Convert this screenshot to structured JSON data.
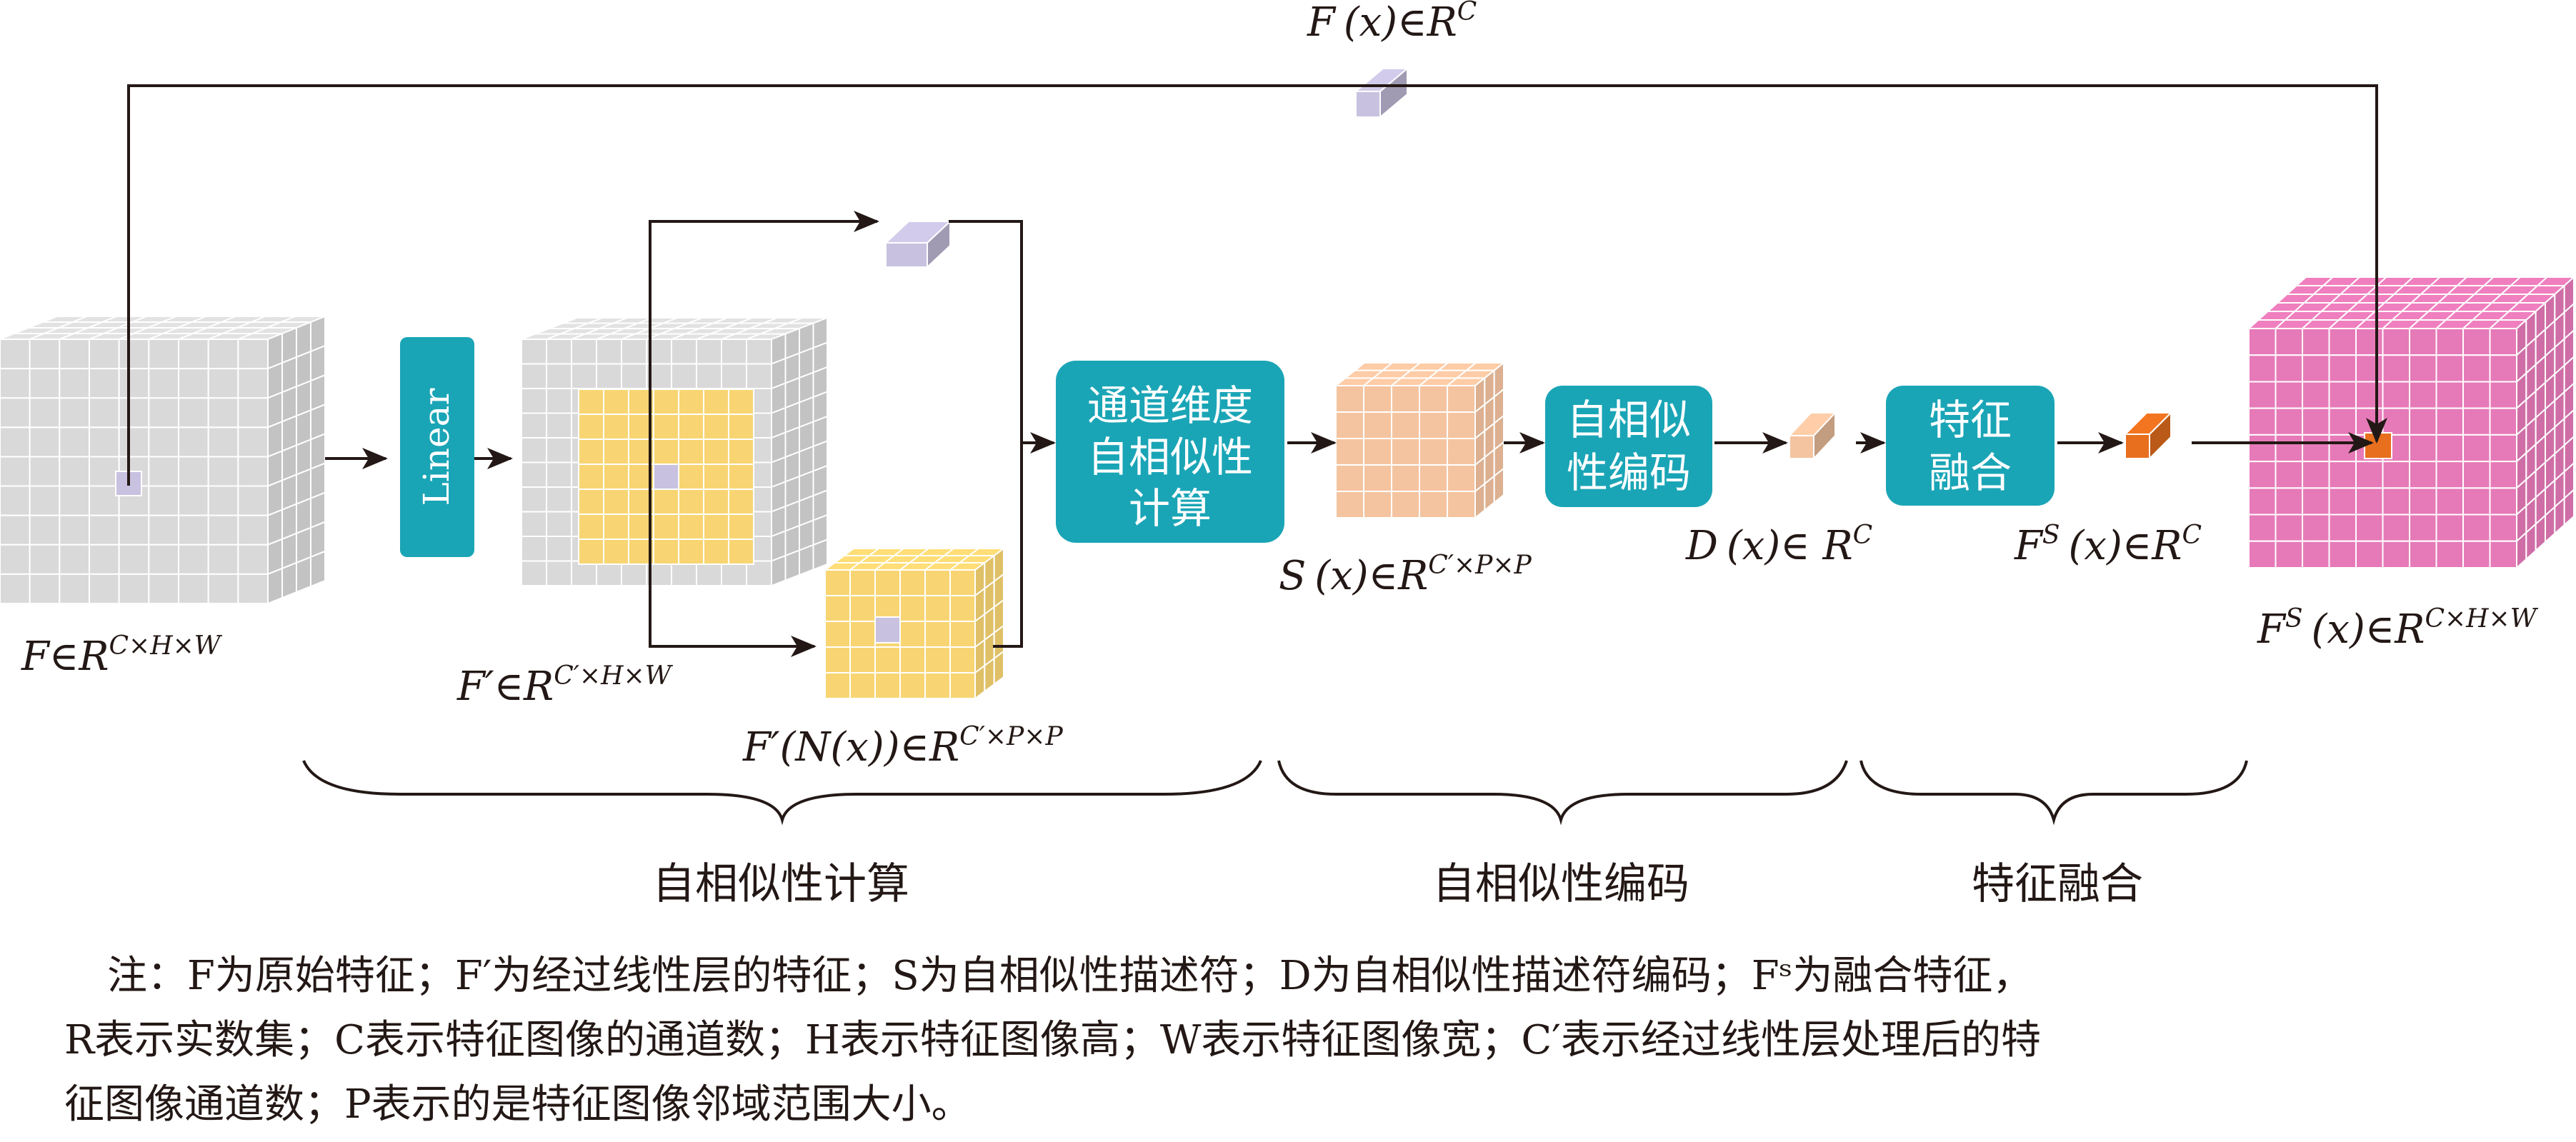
{
  "diagram": {
    "colors": {
      "gray_cube": "#d9d9d9",
      "yellow": "#f8d572",
      "lavender": "#c9c1e0",
      "peach": "#f4c4a0",
      "orange": "#e86f1e",
      "pink": "#e67ab8",
      "teal": "#1aa5b6",
      "arrow": "#231815"
    },
    "labels": {
      "top_vector": {
        "base": "F",
        "mid": "(x)∈",
        "set": "R",
        "sup": "C"
      },
      "input": {
        "base": "F∈",
        "set": "R",
        "sup": "C×H×W"
      },
      "linear_out": {
        "base": "F′∈",
        "set": "R",
        "sup": "C′×H×W"
      },
      "neighbor": {
        "base": "F′(N(x))∈",
        "set": "R",
        "sup": "C′×P×P"
      },
      "similarity": {
        "base": "S",
        "mid": "(x)∈",
        "set": "R",
        "sup": "C′×P×P"
      },
      "descriptor": {
        "base": "D",
        "mid": "(x)∈ ",
        "set": "R",
        "sup": "C"
      },
      "fused_vec": {
        "base": "F",
        "sup1": "S",
        "mid": "(x)∈",
        "set": "R",
        "sup": "C"
      },
      "output": {
        "base": "F",
        "sup1": "S",
        "mid": "(x)∈",
        "set": "R",
        "sup": "C×H×W"
      }
    },
    "boxes": {
      "linear": "Linear",
      "channel_similarity": [
        "通道维度",
        "自相似性",
        "计算"
      ],
      "self_similarity_encoding": [
        "自相似",
        "性编码"
      ],
      "feature_fusion": [
        "特征",
        "融合"
      ]
    },
    "stages": [
      "自相似性计算",
      "自相似性编码",
      "特征融合"
    ],
    "note": [
      "注：F为原始特征；F′为经过线性层的特征；S为自相似性描述符；D为自相似性描述符编码；Fˢ为融合特征，",
      "R表示实数集；C表示特征图像的通道数；H表示特征图像高；W表示特征图像宽；C′表示经过线性层处理后的特",
      "征图像通道数；P表示的是特征图像邻域范围大小。"
    ]
  }
}
